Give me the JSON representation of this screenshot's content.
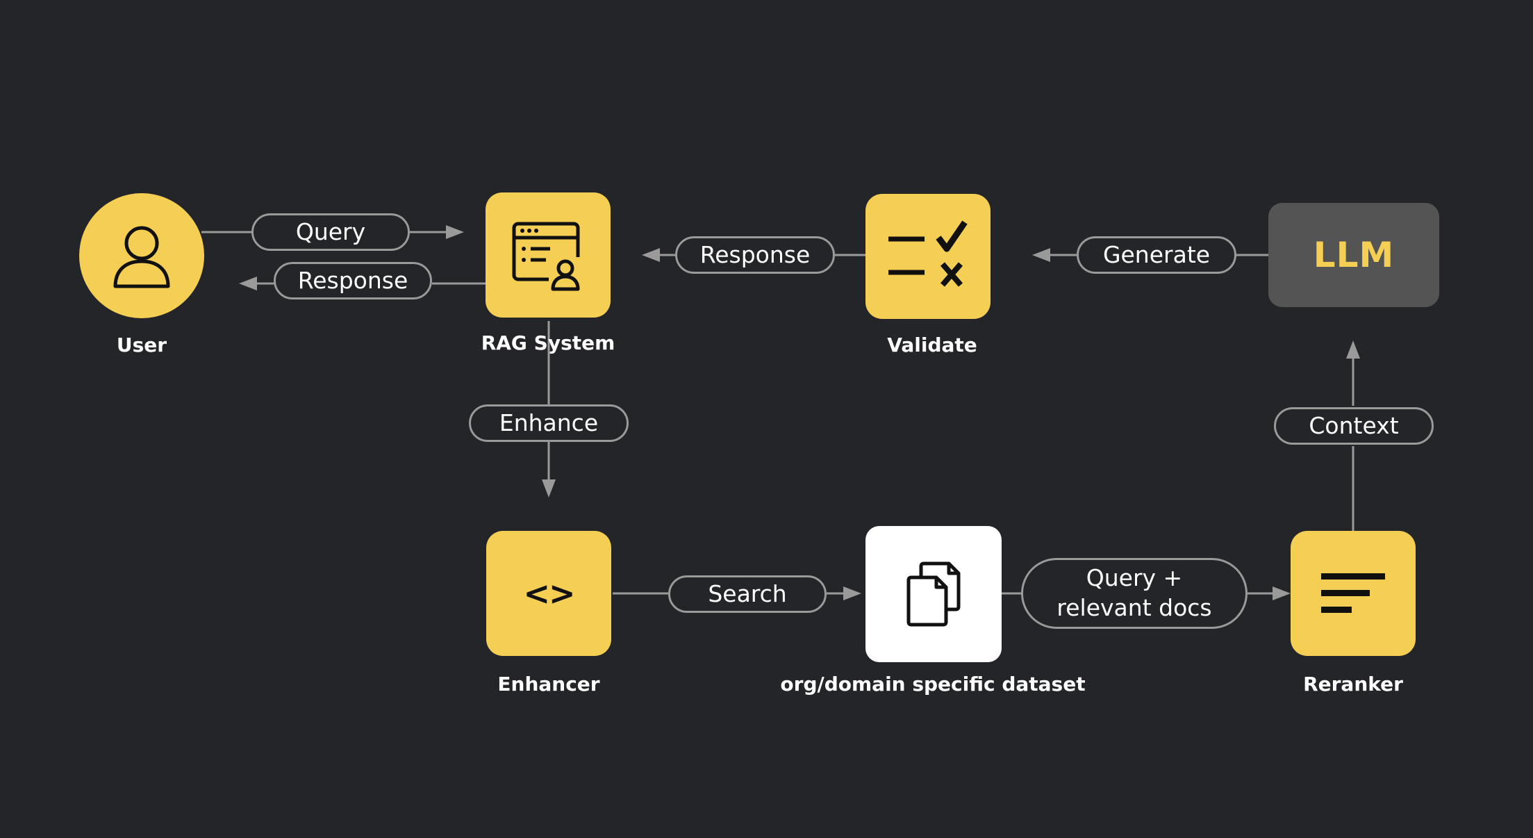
{
  "nodes": {
    "user": {
      "label": "User",
      "icon": "user-icon"
    },
    "rag": {
      "label": "RAG System",
      "icon": "browser-user-icon"
    },
    "validate": {
      "label": "Validate",
      "icon": "check-cross-icon"
    },
    "llm": {
      "label": "LLM",
      "text": "LLM"
    },
    "enhancer": {
      "label": "Enhancer",
      "icon": "code-icon",
      "glyph": "<>"
    },
    "dataset": {
      "label": "org/domain specific dataset",
      "icon": "documents-icon"
    },
    "reranker": {
      "label": "Reranker",
      "icon": "lines-icon"
    }
  },
  "edges": {
    "query": "Query",
    "response_user": "Response",
    "response_validate": "Response",
    "generate": "Generate",
    "enhance": "Enhance",
    "search": "Search",
    "query_docs": "Query +\nrelevant docs",
    "context": "Context"
  },
  "colors": {
    "background": "#242529",
    "accent": "#f5ce54",
    "llm_box": "#545454",
    "connector": "#9a9a9a"
  }
}
